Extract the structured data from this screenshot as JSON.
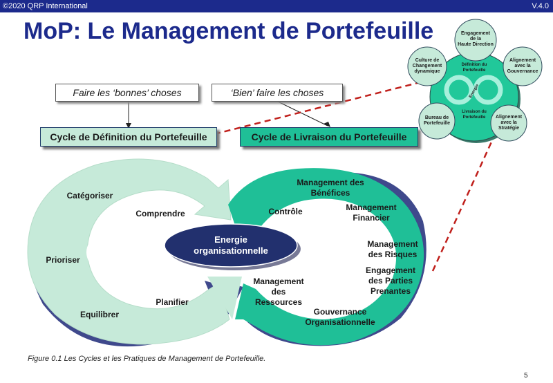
{
  "header": {
    "copyright": "©2020 QRP International",
    "version": "V.4.0"
  },
  "title": "MoP: Le Management de Portefeuille",
  "tags": {
    "left": "Faire les ‘bonnes’ choses",
    "right": "‘Bien’ faire les choses"
  },
  "cycles": {
    "definition": "Cycle de Définition du Portefeuille",
    "delivery": "Cycle de Livraison du Portefeuille"
  },
  "definition_practices": {
    "categorize": "Catégoriser",
    "understand": "Comprendre",
    "prioritize": "Prioriser",
    "balance": "Equilibrer",
    "plan": "Planifier"
  },
  "energy": {
    "line1": "Energie",
    "line2": "organisationnelle"
  },
  "delivery_practices": {
    "benefits_1": "Management des",
    "benefits_2": "Bénéfices",
    "control": "Contrôle",
    "financial_1": "Management",
    "financial_2": "Financier",
    "risks_1": "Management",
    "risks_2": "des Risques",
    "stakeholders_1": "Engagement",
    "stakeholders_2": "des Parties",
    "stakeholders_3": "Prenantes",
    "resources_1": "Management",
    "resources_2": "des",
    "resources_3": "Ressources",
    "governance_1": "Gouvernance",
    "governance_2": "Organisationnelle"
  },
  "mini_model": {
    "exec_1": "Engagement",
    "exec_2": "de la",
    "exec_3": "Haute Direction",
    "culture_1": "Culture de",
    "culture_2": "Changement",
    "culture_3": "dynamique",
    "gov_1": "Alignement",
    "gov_2": "avec la",
    "gov_3": "Gouvernance",
    "office_1": "Bureau de",
    "office_2": "Portefeuille",
    "strat_1": "Alignement",
    "strat_2": "avec la",
    "strat_3": "Stratégie",
    "def_1": "Définition du",
    "def_2": "Portefeuille",
    "del_1": "Livraison du",
    "del_2": "Portefeuille",
    "energy": "Energie"
  },
  "caption": "Figure 0.1 Les Cycles et les Pratiques de Management de Portefeuille.",
  "page_number": "5",
  "colors": {
    "brand": "#1c2a8c",
    "light_green": "#c6ead9",
    "teal": "#1fbf97",
    "navy": "#22306e"
  }
}
